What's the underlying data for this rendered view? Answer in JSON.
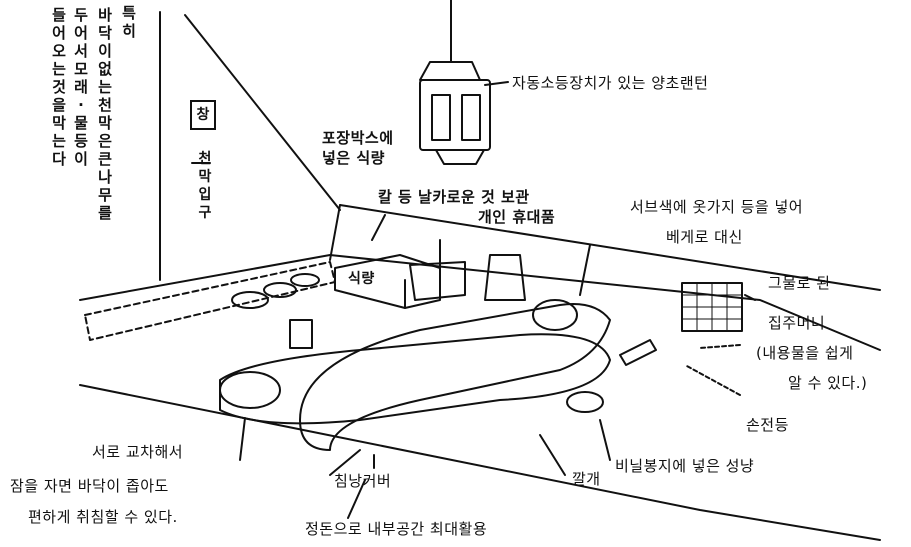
{
  "labels": {
    "vertical_note_1": "특히",
    "vertical_note_2": "바닥이 없는 천막은 큰 나무를",
    "vertical_note_3": "두어서 모래·물 등이",
    "vertical_note_4": "들어오는 것을 막는다",
    "window": "창",
    "tent_entrance": "천막입구",
    "food_in_box": "포장박스에\n넣은 식량",
    "sharp_items": "칼 등 날카로운 것 보관",
    "personal_items": "개인 휴대품",
    "lantern": "자동소등장치가 있는 양초랜턴",
    "pillow_1": "서브색에 옷가지 등을 넣어",
    "pillow_2": "베게로 대신",
    "net_bag_1": "그물로 된",
    "net_bag_2": "집주머니",
    "net_bag_3": "(내용물을 쉽게",
    "net_bag_4": "알 수 있다.)",
    "flashlight": "손전등",
    "matches": "비닐봉지에 넣은 성냥",
    "mat": "깔개",
    "sleeping_cover": "침낭커버",
    "organize": "정돈으로 내부공간 최대활용",
    "crossed_1": "서로 교차해서",
    "crossed_2": "잠을 자면 바닥이 좁아도",
    "crossed_3": "편하게 취침할 수 있다.",
    "food_box_text": "식량"
  }
}
